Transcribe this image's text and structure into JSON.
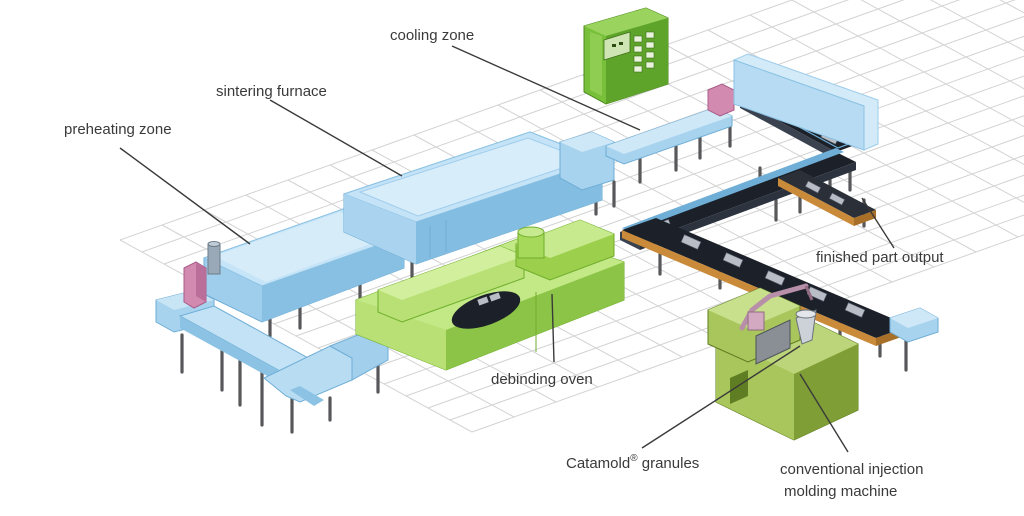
{
  "labels": {
    "cooling_zone": "cooling zone",
    "sintering_furnace": "sintering furnace",
    "preheating_zone": "preheating zone",
    "finished_part_output": "finished part output",
    "debinding_oven": "debinding oven",
    "catamold": "Catamold",
    "catamold_mark": "®",
    "granules": "granules",
    "injection_line1": "conventional injection",
    "injection_line2": "molding machine"
  },
  "colors": {
    "furnace_blue": "#a7d3ee",
    "furnace_blue_dark": "#6faed6",
    "oven_green": "#a6d85a",
    "oven_green_dark": "#6fae2c",
    "cabinet_green": "#78bf3a",
    "machine_green": "#9cba4e",
    "conveyor_dark": "#1c2129",
    "magenta_block": "#d38ab0",
    "grid": "#d3d3d3",
    "label_text": "#3a3a3a"
  }
}
